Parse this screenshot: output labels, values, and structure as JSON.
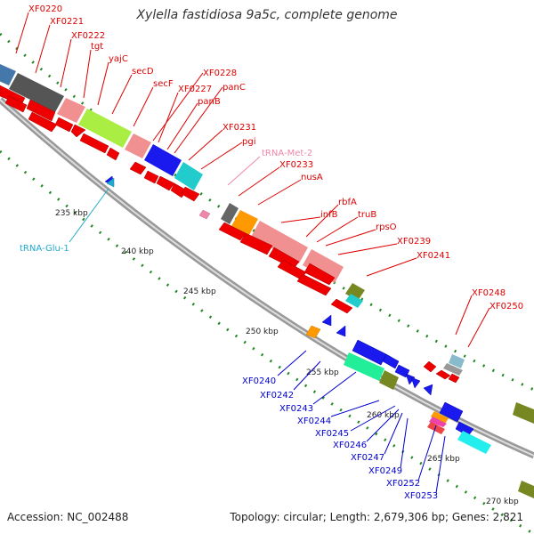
{
  "title": "Xylella fastidiosa 9a5c, complete genome",
  "footer": {
    "accession": "Accession: NC_002488",
    "summary": "Topology: circular; Length: 2,679,306 bp; Genes: 2,821"
  },
  "colors": {
    "forward_label": "#dd0000",
    "reverse_label": "#0000cc",
    "trna_forward_label": "#ee88aa",
    "trna_reverse_label": "#22aacc",
    "gene_forward": "#ee0000",
    "gene_reverse": "#0000ee"
  },
  "kbp_ticks": [
    "235 kbp",
    "240 kbp",
    "245 kbp",
    "250 kbp",
    "255 kbp",
    "260 kbp",
    "265 kbp",
    "270 kbp"
  ],
  "forward_labels": [
    "XF0220",
    "XF0221",
    "XF0222",
    "tgt",
    "yajC",
    "secD",
    "secF",
    "XF0227",
    "XF0228",
    "panB",
    "panC",
    "XF0231",
    "pgi",
    "tRNA-Met-2",
    "XF0233",
    "nusA",
    "infB",
    "rbfA",
    "truB",
    "rpsO",
    "XF0239",
    "XF0241",
    "XF0248",
    "XF0250"
  ],
  "reverse_labels": [
    "tRNA-Glu-1",
    "XF0240",
    "XF0242",
    "XF0243",
    "XF0244",
    "XF0245",
    "XF0246",
    "XF0247",
    "XF0249",
    "XF0252",
    "XF0253"
  ]
}
